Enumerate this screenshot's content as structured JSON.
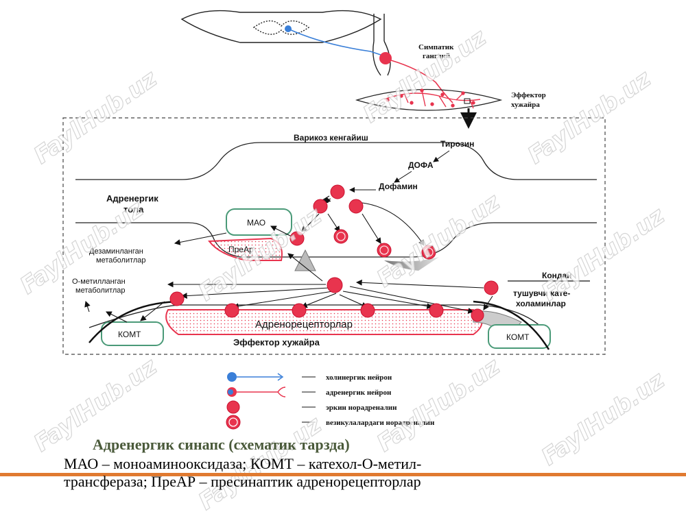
{
  "watermark": "FaylHub.uz",
  "labels": {
    "sympathetic_ganglion_1": "Симпатик",
    "sympathetic_ganglion_2": "ганглий",
    "effector_cell_top_1": "Эффектор",
    "effector_cell_top_2": "хужайра",
    "varicose": "Варикоз кенгайиш",
    "tyrosine": "Тирозин",
    "dopa": "ДОФА",
    "dopamine": "Дофамин",
    "adrenergic_axon_1": "Адренергик",
    "adrenergic_axon_2": "тола",
    "mao": "МАО",
    "prear": "ПреАр",
    "deaminated_1": "Дезаминланган",
    "deaminated_2": "метаболитлар",
    "methylated_1": "О-метилланган",
    "methylated_2": "метаболитлар",
    "blood": "Кондан",
    "incoming_1": "тушувчи кате-",
    "incoming_2": "холаминлар",
    "komt_left": "КОМТ",
    "komt_right": "КОМТ",
    "adrenoreceptors": "Адренорецепторлар",
    "effector_cell_bottom": "Эффектор хужайра"
  },
  "legend": [
    {
      "text": "холинергик нейрон"
    },
    {
      "text": "адренергик нейрон"
    },
    {
      "text": "эркин норадреналин"
    },
    {
      "text": "везикулалардаги норадреналин"
    }
  ],
  "caption": {
    "title": "Адренергик синапс (схематик тарзда)",
    "line1": "МАО – моноаминооксидаза; КОМТ – катехол-О-метил-",
    "line2": "трансфераза; ПреАР – пресинаптик адренорецепторлар"
  },
  "colors": {
    "accent_red": "#e8344e",
    "cholinergic_blue": "#3a7fd8",
    "green_box": "#4a9a78",
    "caption_orange": "#e07a30"
  }
}
